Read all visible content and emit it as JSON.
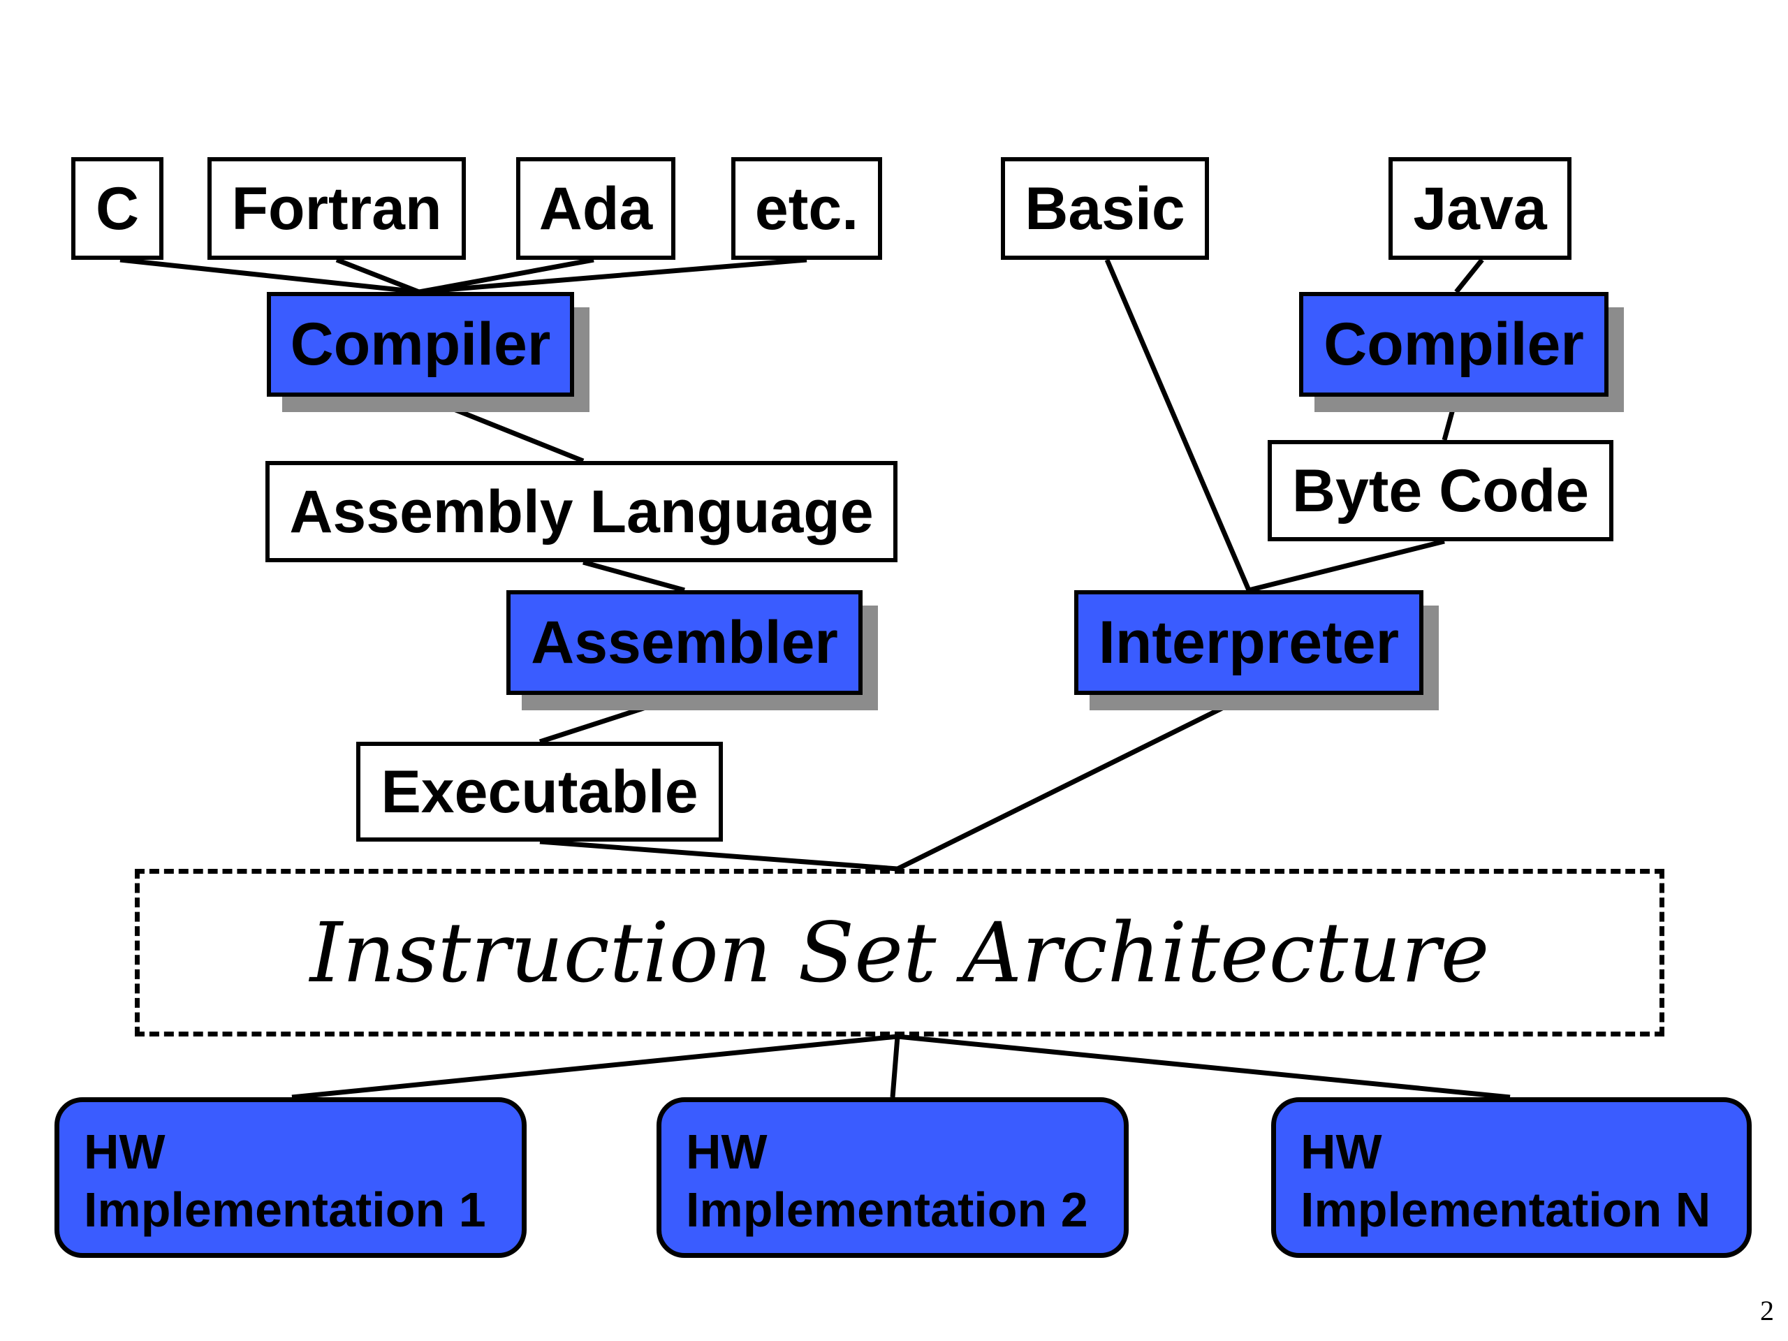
{
  "languages": {
    "c": "C",
    "fortran": "Fortran",
    "ada": "Ada",
    "etc": "etc.",
    "basic": "Basic",
    "java": "Java"
  },
  "tools": {
    "compiler_left": "Compiler",
    "assembler": "Assembler",
    "compiler_right": "Compiler",
    "interpreter": "Interpreter"
  },
  "artifacts": {
    "assembly_language": "Assembly Language",
    "executable": "Executable",
    "byte_code": "Byte Code"
  },
  "isa": {
    "label": "Instruction Set Architecture"
  },
  "hardware": [
    {
      "line1": "HW",
      "line2": "Implementation 1"
    },
    {
      "line1": "HW",
      "line2": "Implementation 2"
    },
    {
      "line1": "HW",
      "line2": "Implementation N"
    }
  ],
  "page_number": "2",
  "colors": {
    "tool_fill": "#3a5cff",
    "shadow": "#8c8c8c",
    "border": "#000000",
    "background": "#ffffff"
  }
}
